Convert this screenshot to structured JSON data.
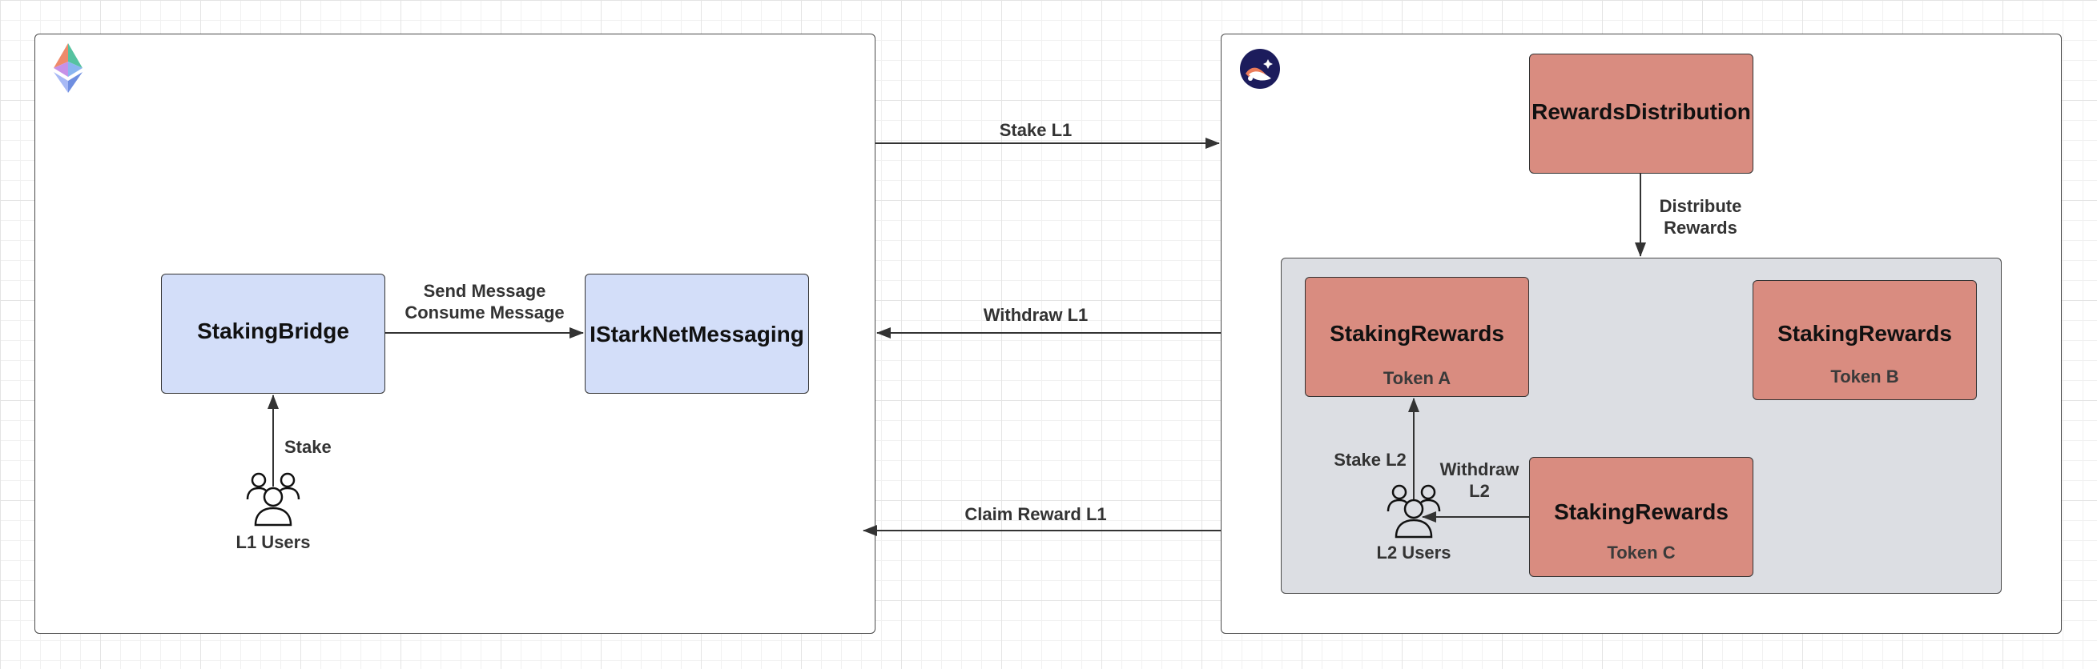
{
  "panels": {
    "l1": {
      "logo": "ethereum-logo"
    },
    "l2": {
      "logo": "starknet-logo"
    }
  },
  "nodes": {
    "staking_bridge": {
      "title": "StakingBridge"
    },
    "istarknet_messaging": {
      "title": "IStarkNetMessaging"
    },
    "rewards_distribution": {
      "title": "RewardsDistribution"
    },
    "staking_rewards_a": {
      "title": "StakingRewards",
      "subtitle": "Token A"
    },
    "staking_rewards_b": {
      "title": "StakingRewards",
      "subtitle": "Token B"
    },
    "staking_rewards_c": {
      "title": "StakingRewards",
      "subtitle": "Token C"
    },
    "l1_users": {
      "label": "L1 Users",
      "icon": "users-icon"
    },
    "l2_users": {
      "label": "L2 Users",
      "icon": "users-icon"
    }
  },
  "edges": {
    "send_message": {
      "line1": "Send Message",
      "line2": "Consume Message"
    },
    "stake": "Stake",
    "stake_l1": "Stake L1",
    "withdraw_l1": "Withdraw L1",
    "claim_reward_l1": "Claim Reward L1",
    "distribute": {
      "line1": "Distribute",
      "line2": "Rewards"
    },
    "stake_l2": "Stake L2",
    "withdraw_l2": {
      "line1": "Withdraw",
      "line2": "L2"
    }
  },
  "colors": {
    "contract_blue": "#d3def9",
    "contract_red": "#d98c80",
    "group_gray": "#dcdee3"
  }
}
